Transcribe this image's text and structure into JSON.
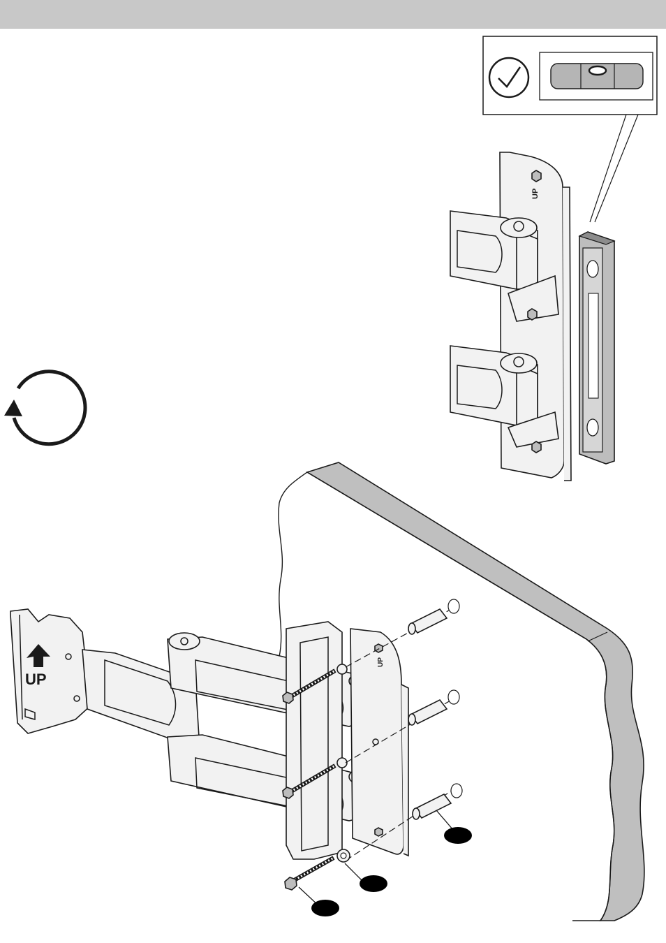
{
  "header": {
    "title": ""
  },
  "labels": {
    "up_main": "UP",
    "up_bracket": "UP",
    "up_detail": "UP"
  },
  "callouts": [
    {
      "id": "dowel",
      "text": ""
    },
    {
      "id": "washer",
      "text": ""
    },
    {
      "id": "screw",
      "text": ""
    }
  ],
  "icons": {
    "level_check": "checkmark-circle-icon",
    "rotation": "rotate-counterclockwise-icon",
    "bubble_level": "bubble-level-icon"
  },
  "colors": {
    "header_bar": "#c8c8c8",
    "wall_cut": "#bfbfbf",
    "callout_fill": "#000000",
    "line": "#1a1a1a"
  }
}
